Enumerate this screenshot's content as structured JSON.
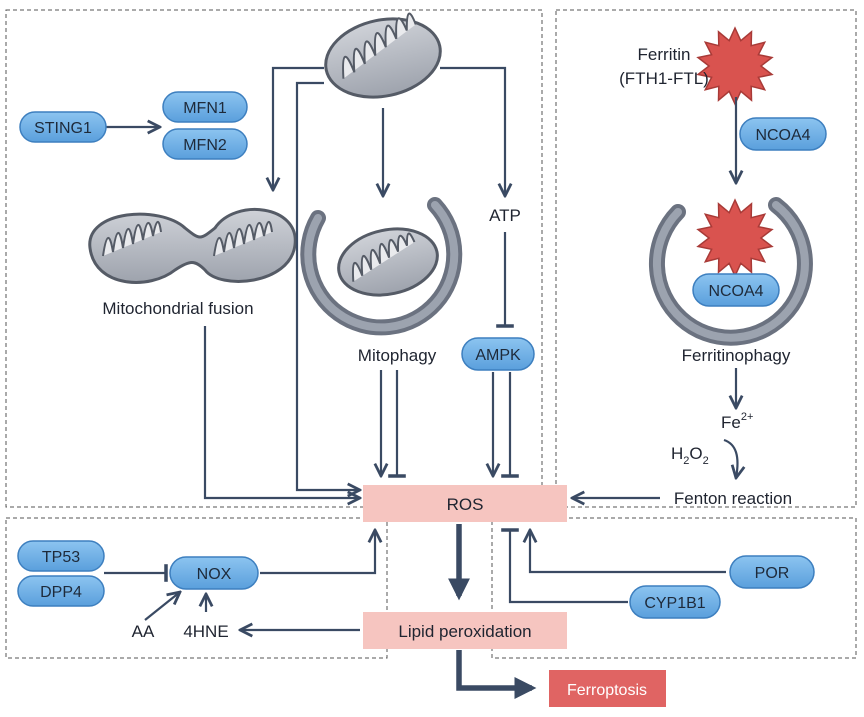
{
  "proteins": {
    "sting1": "STING1",
    "mfn1": "MFN1",
    "mfn2": "MFN2",
    "ampk": "AMPK",
    "ncoa4_top": "NCOA4",
    "ncoa4_bottom": "NCOA4",
    "tp53": "TP53",
    "dpp4": "DPP4",
    "nox": "NOX",
    "por": "POR",
    "cyp1b1": "CYP1B1"
  },
  "labels": {
    "mito_fusion": "Mitochondrial fusion",
    "mitophagy": "Mitophagy",
    "atp": "ATP",
    "ferritin_line1": "Ferritin",
    "ferritin_line2": "(FTH1-FTL)",
    "ferritinophagy": "Ferritinophagy",
    "fe": "Fe",
    "fe_sup": "2+",
    "h2o2_h": "H",
    "h2o2_sub1": "2",
    "h2o2_o": "O",
    "h2o2_sub2": "2",
    "fenton": "Fenton reaction",
    "aa": "AA",
    "hne": "4HNE"
  },
  "boxes": {
    "ros": "ROS",
    "lipid_perox": "Lipid peroxidation",
    "ferroptosis": "Ferroptosis"
  },
  "colors": {
    "pill_fill": "#6aade4",
    "pill_stroke": "#3d7fbf",
    "ros_box": "#f6c5c0",
    "ferroptosis_box": "#e06463",
    "arrow": "#3a4a63",
    "ferritin": "#d9534f"
  }
}
